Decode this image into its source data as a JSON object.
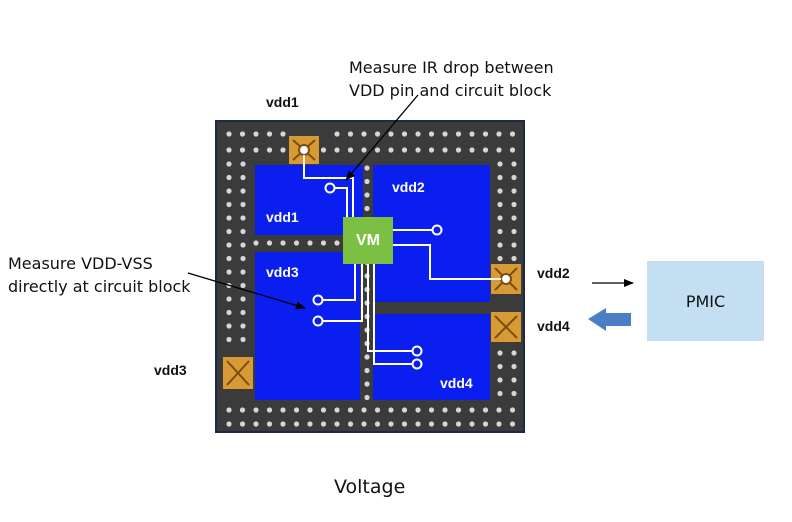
{
  "annotations": {
    "ir_drop_line1": "Measure IR drop between",
    "ir_drop_line2": "VDD pin and circuit block",
    "vdd_vss_line1": "Measure VDD-VSS",
    "vdd_vss_line2": "directly at  circuit block"
  },
  "pins": {
    "vdd1": "vdd1",
    "vdd2": "vdd2",
    "vdd3": "vdd3",
    "vdd4": "vdd4"
  },
  "blocks": {
    "vdd1": "vdd1",
    "vdd2": "vdd2",
    "vdd3": "vdd3",
    "vdd4": "vdd4"
  },
  "vm_label": "VM",
  "pmic_label": "PMIC",
  "caption": "Voltage",
  "colors": {
    "chip": "#3b3b3b",
    "block": "#0a1ef0",
    "vm": "#7cc043",
    "pad": "#d89a35",
    "pmic": "#c5dff2",
    "arrow": "#4a7fc6"
  }
}
